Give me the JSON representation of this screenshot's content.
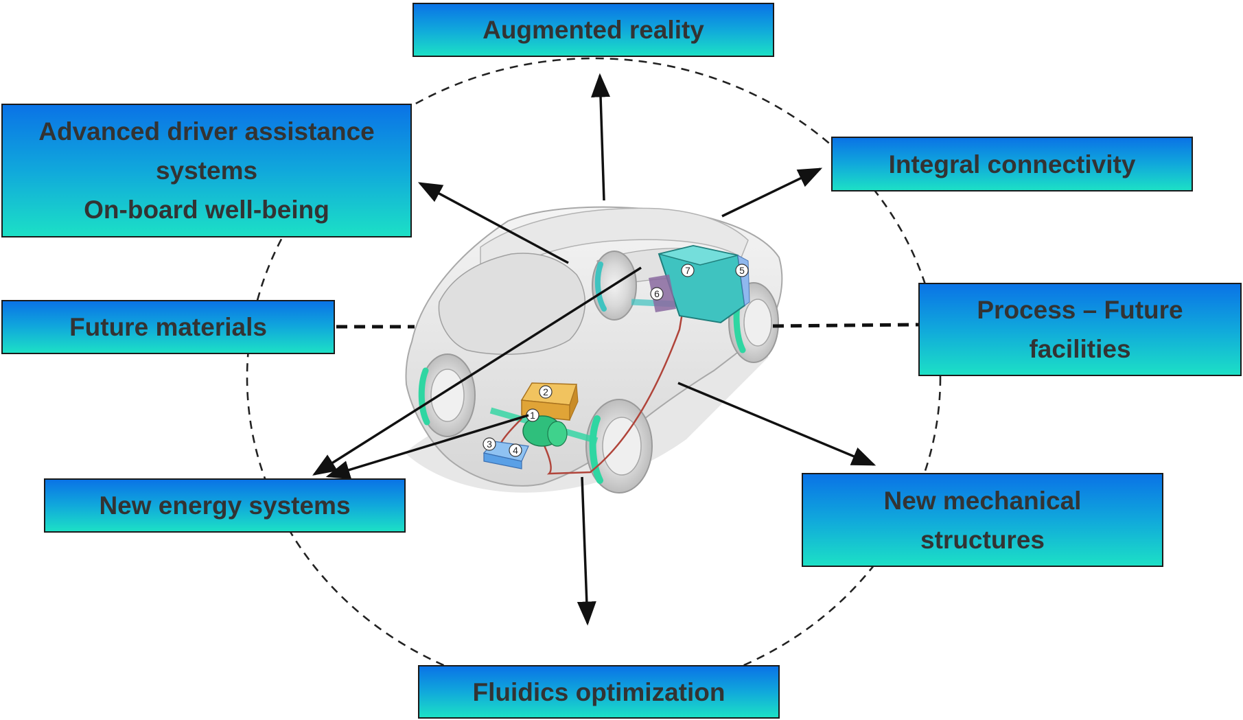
{
  "topics": {
    "augmented_reality": {
      "lines": [
        "Augmented reality"
      ]
    },
    "adas": {
      "lines": [
        "Advanced driver assistance",
        "systems",
        "On-board well-being"
      ]
    },
    "integral_connectivity": {
      "lines": [
        "Integral connectivity"
      ]
    },
    "future_materials": {
      "lines": [
        "Future materials"
      ]
    },
    "process_future_facilities": {
      "lines": [
        "Process – Future",
        "facilities"
      ]
    },
    "new_energy_systems": {
      "lines": [
        "New energy systems"
      ]
    },
    "new_mechanical_structures": {
      "lines": [
        "New mechanical",
        "structures"
      ]
    },
    "fluidics_optimization": {
      "lines": [
        "Fluidics optimization"
      ]
    }
  },
  "car_components": [
    "1",
    "2",
    "3",
    "4",
    "5",
    "6",
    "7"
  ],
  "colors": {
    "box_top": "#0a73e6",
    "box_mid": "#10a6dc",
    "box_bottom": "#1ce0c6",
    "box_text": "#333333",
    "line": "#111111",
    "powertrain_green": "#2fd6a2",
    "battery_orange": "#e0a437",
    "tank_blue": "#5aa0e6",
    "tank_teal": "#3fc3c0",
    "wiring_red": "#b0443a"
  }
}
